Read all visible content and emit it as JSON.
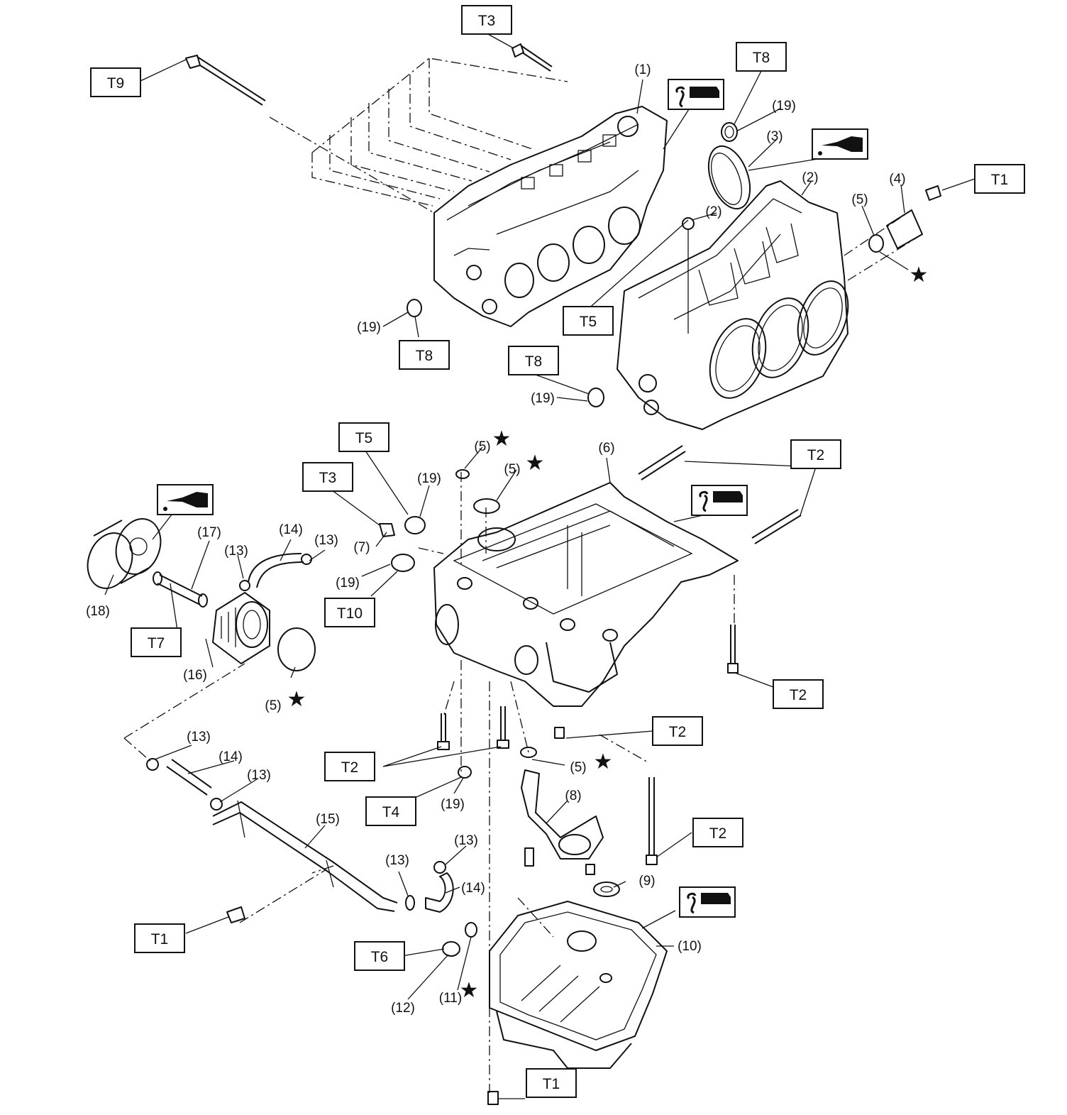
{
  "torque_labels": [
    "T1",
    "T2",
    "T3",
    "T4",
    "T5",
    "T6",
    "T7",
    "T8",
    "T9",
    "T10"
  ],
  "part_numbers": [
    "(1)",
    "(2)",
    "(3)",
    "(4)",
    "(5)",
    "(6)",
    "(7)",
    "(8)",
    "(9)",
    "(10)",
    "(11)",
    "(12)",
    "(13)",
    "(14)",
    "(15)",
    "(16)",
    "(17)",
    "(18)",
    "(19)"
  ],
  "star_marks": [
    "★"
  ],
  "symbols": [
    "sealant-icon",
    "oil-can-icon"
  ]
}
